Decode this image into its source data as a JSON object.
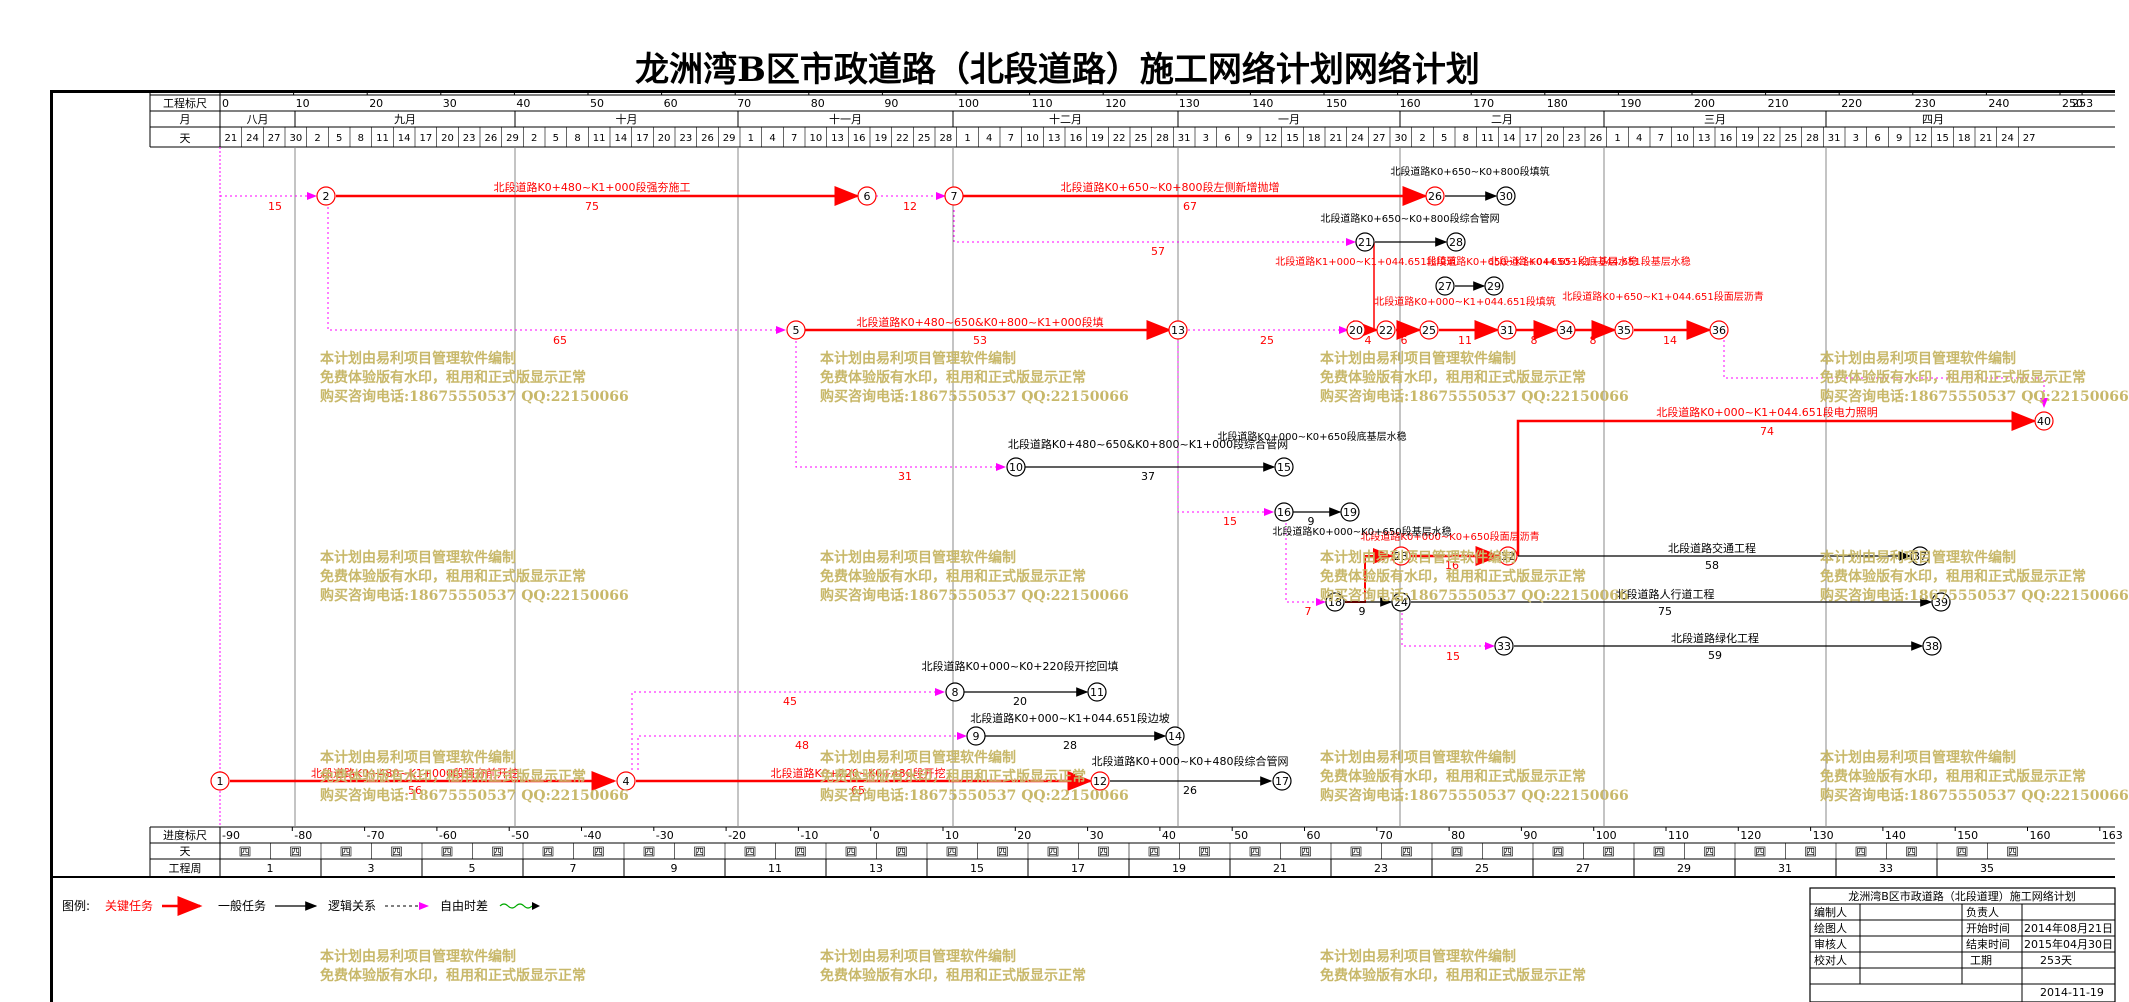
{
  "title": "龙洲湾B区市政道路（北段道路）施工网络计划网络计划",
  "header": {
    "row_labels": [
      "工程标尺",
      "月",
      "天"
    ],
    "scale_ticks": [
      "0",
      "10",
      "20",
      "30",
      "40",
      "50",
      "60",
      "70",
      "80",
      "90",
      "100",
      "110",
      "120",
      "130",
      "140",
      "150",
      "160",
      "170",
      "180",
      "190",
      "200",
      "210",
      "220",
      "230",
      "240",
      "250",
      "253"
    ],
    "months": [
      "八月",
      "九月",
      "十月",
      "十一月",
      "十二月",
      "一月",
      "二月",
      "三月",
      "四月"
    ],
    "days": [
      "21",
      "24",
      "27",
      "30",
      "2",
      "5",
      "8",
      "11",
      "14",
      "17",
      "20",
      "23",
      "26",
      "29",
      "2",
      "5",
      "8",
      "11",
      "14",
      "17",
      "20",
      "23",
      "26",
      "29",
      "1",
      "4",
      "7",
      "10",
      "13",
      "16",
      "19",
      "22",
      "25",
      "28",
      "1",
      "4",
      "7",
      "10",
      "13",
      "16",
      "19",
      "22",
      "25",
      "28",
      "31",
      "3",
      "6",
      "9",
      "12",
      "15",
      "18",
      "21",
      "24",
      "27",
      "30",
      "2",
      "5",
      "8",
      "11",
      "14",
      "17",
      "20",
      "23",
      "26",
      "1",
      "4",
      "7",
      "10",
      "13",
      "16",
      "19",
      "22",
      "25",
      "28",
      "31",
      "3",
      "6",
      "9",
      "12",
      "15",
      "18",
      "21",
      "24",
      "27"
    ]
  },
  "footer": {
    "row_labels": [
      "进度标尺",
      "天",
      "工程周"
    ],
    "progress_ticks": [
      "-90",
      "-80",
      "-70",
      "-60",
      "-50",
      "-40",
      "-30",
      "-20",
      "-10",
      "0",
      "10",
      "20",
      "30",
      "40",
      "50",
      "60",
      "70",
      "80",
      "90",
      "100",
      "110",
      "120",
      "130",
      "140",
      "150",
      "160",
      "163"
    ],
    "day_cell": "四",
    "weeks": [
      "1",
      "3",
      "5",
      "7",
      "9",
      "11",
      "13",
      "15",
      "17",
      "19",
      "21",
      "23",
      "25",
      "27",
      "29",
      "31",
      "33",
      "35"
    ]
  },
  "legend": {
    "label": "图例:",
    "critical": "关键任务",
    "normal": "一般任务",
    "logic": "逻辑关系",
    "float": "自由时差"
  },
  "info_table": {
    "title": "龙洲湾B区市政道路（北段道理）施工网络计划",
    "rows": [
      [
        "编制人",
        "",
        "负责人",
        ""
      ],
      [
        "绘图人",
        "",
        "开始时间",
        "2014年08月21日"
      ],
      [
        "审核人",
        "",
        "结束时间",
        "2015年04月30日"
      ],
      [
        "校对人",
        "",
        "工期",
        "253天"
      ]
    ],
    "date": "2014-11-19"
  },
  "watermark": [
    "本计划由易利项目管理软件编制",
    "免费体验版有水印，租用和正式版显示正常",
    "购买咨询电话:18675550537 QQ:22150066"
  ],
  "tasks": {
    "t1_2_float": "15",
    "t2_6": "北段道路K0+480~K1+000段强夯施工",
    "t2_6_dur": "75",
    "t6_7_float": "12",
    "t7_26": "北段道路K0+650~K0+800段左侧新增抛增",
    "t7_26_dur": "67",
    "t7_21_float": "57",
    "t2_5_float": "65",
    "t5_13": "北段道路K0+480~650&K0+800~K1+000段填",
    "t5_13_dur": "53",
    "t13_20_float": "25",
    "t5_10_float": "31",
    "t10_15": "北段道路K0+480~650&K0+800~K1+000段综合管网",
    "t10_15_dur": "37",
    "t13_16_float": "15",
    "t15_19": "北段道路K0+000~K0+650段底基层水稳",
    "t16_19_dur": "9",
    "t1_4": "北段道路K0+480~K1+000段强夯前开挖",
    "t1_4_dur": "56",
    "t4_12": "北段道路K0+220~K0+480段开挖",
    "t4_12_dur": "65",
    "t4_8_float": "45",
    "t8_11": "北段道路K0+000~K0+220段开挖回填",
    "t8_11_dur": "20",
    "t4_9_float": "48",
    "t9_14": "北段道路K0+000~K1+044.651段边坡",
    "t9_14_dur": "28",
    "t12_17": "北段道路K0+000~K0+480段综合管网",
    "t12_17_dur": "26",
    "t26_30": "北段道路K0+650~K0+800段填筑",
    "t21_28": "北段道路K0+650~K0+800段综合管网",
    "t21_28_b": "北段道路K1+000~K1+044.651段综合管网",
    "t20_22": "北段道路K1+000~K1+044.651段填筑",
    "t22_25": "北段道路K1+000~K1+044.651段管网",
    "t27_29": "北段道路K0+000~K1+044.651段填筑",
    "t25_31_dur": "11",
    "t31_34": "北段道路K0+650~K1+044.651段底基层水稳",
    "t31_34_dur": "8",
    "t34_35": "北段道路K0+650~K1+044.651段基层水稳",
    "t34_35_dur": "8",
    "t35_36": "北段道路K0+650~K1+044.651段面层沥青",
    "t35_36_dur": "14",
    "t32_40": "北段道路K0+000~K1+044.651段电力照明",
    "t32_40_dur": "74",
    "t23_32": "北段道路K0+000~K0+650段面层沥青",
    "t23_32_dur": "16",
    "t18_23": "北段道路K0+000~K0+650段基层水稳",
    "t18_23_dur": "9",
    "t16_18_float": "7",
    "t32_37": "北段道路交通工程",
    "t32_37_dur": "58",
    "t24_39": "北段道路人行道工程",
    "t24_39_dur": "75",
    "t24_33_float": "15",
    "t33_38": "北段道路绿化工程",
    "t33_38_dur": "59",
    "num_20": "20",
    "num_4": "4",
    "num_6": "6",
    "num_16b": "16",
    "num_36b": "36"
  },
  "colors": {
    "critical": "#ff0000",
    "normal": "#000000",
    "float": "#ff00ff",
    "watermark": "#c8b86a"
  }
}
